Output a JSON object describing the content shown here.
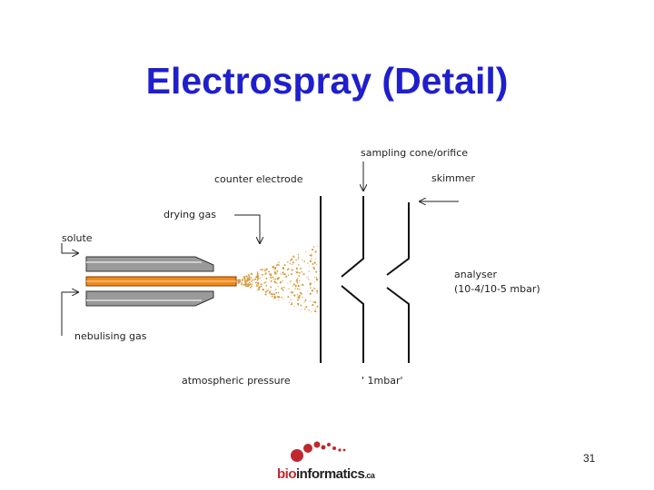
{
  "slide": {
    "title": "Electrospray (Detail)",
    "page_number": "31"
  },
  "diagram": {
    "labels": {
      "sampling_cone": "sampling cone/orifice",
      "counter_electrode": "counter electrode",
      "skimmer": "skimmer",
      "drying_gas": "drying gas",
      "solute": "solute",
      "analyser": "analyser",
      "analyser_pressure": "(10-4/10-5 mbar)",
      "nebulising_gas": "nebulising gas",
      "atmospheric_pressure": "atmospheric pressure",
      "one_mbar": "' 1mbar'"
    },
    "colors": {
      "capillary_core": "#f08a1e",
      "spray": "#d99a3a",
      "tube_gray": "#9a9a9a"
    }
  },
  "logo": {
    "prefix": "bio",
    "main": "informatics",
    "suffix": ".ca",
    "colors": {
      "dots": "#c0282d"
    }
  }
}
